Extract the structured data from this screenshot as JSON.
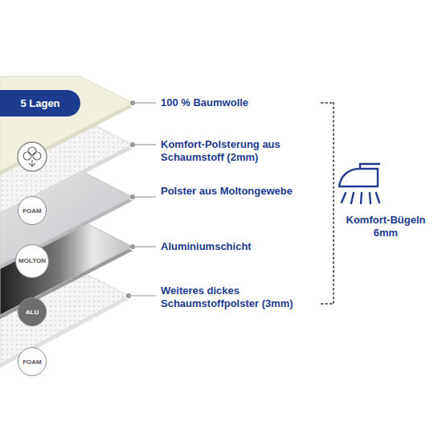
{
  "diagram": {
    "nodes": [
      {
        "text": [
          "5 Lagen"
        ]
      },
      {
        "text": [
          "FOAM"
        ]
      },
      {
        "text": [
          "MOLTON"
        ]
      },
      {
        "text": [
          "ALU"
        ]
      },
      {
        "text": [
          "FOAM"
        ]
      }
    ],
    "labels": [
      "100 % Baumwolle",
      "Komfort-Polsterung aus Schaumstoff (2mm)",
      "Polster aus Moltongewebe",
      "Aluminiumschicht",
      "Weiteres dickes Schaumstoffpolster (3mm)",
      "Komfort-Bügeln 6mm"
    ]
  }
}
